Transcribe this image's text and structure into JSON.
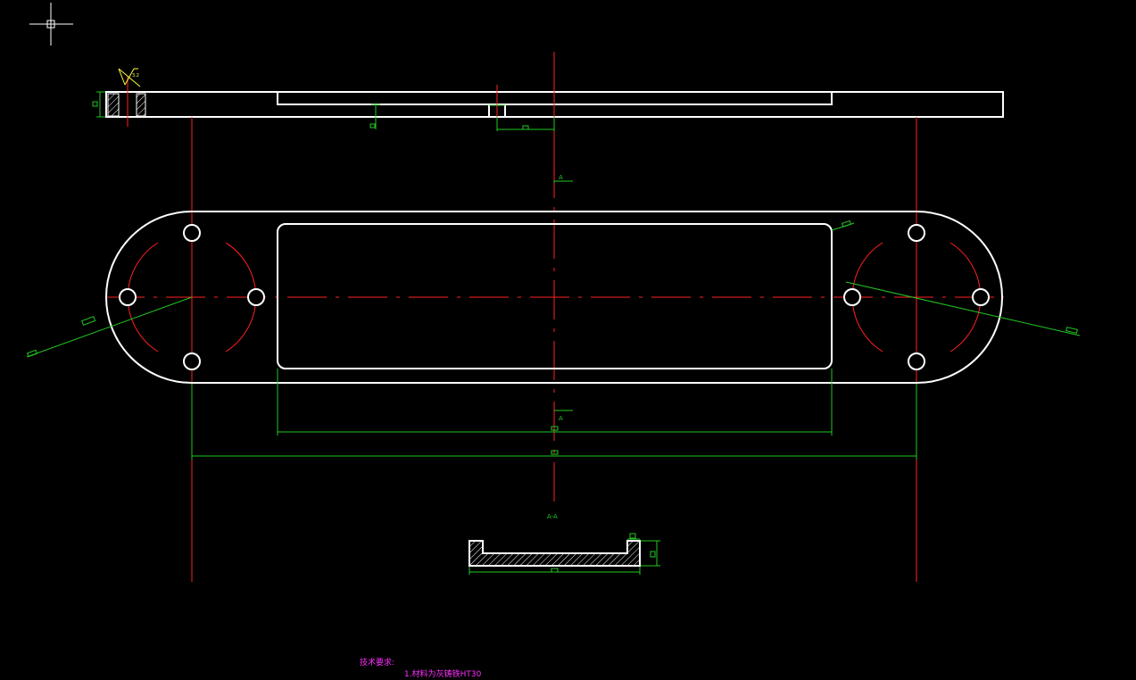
{
  "colors": {
    "background": "#000000",
    "outline": "#ffffff",
    "centerline": "#ff2020",
    "dimension": "#22c822",
    "annotation": "#ff30ff",
    "cursor": "#ffffff"
  },
  "labels": {
    "section_mark_top": "A",
    "section_mark_bottom": "A",
    "section_view_title": "A-A",
    "roughness": "3.2"
  },
  "notes": {
    "heading": "技术要求:",
    "item_1": "1.材料为灰铸铁HT30"
  },
  "icons": {
    "cursor": "crosshair-cursor-icon"
  }
}
